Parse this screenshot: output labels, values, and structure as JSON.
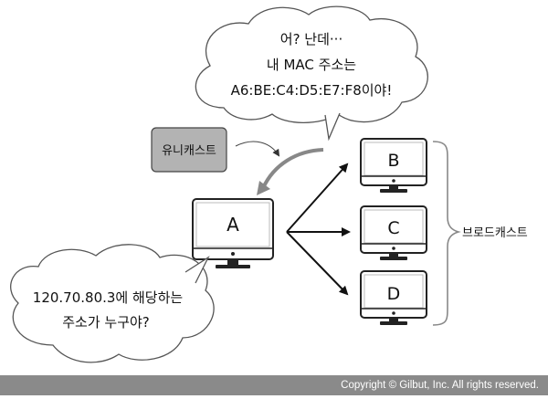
{
  "bubble_top": {
    "line1": "어? 난데···",
    "line2": "내 MAC 주소는",
    "line3": "A6:BE:C4:D5:E7:F8이야!"
  },
  "bubble_bottom": {
    "line1": "120.70.80.3에 해당하는",
    "line2": "주소가 누구야?"
  },
  "unicast_label": "유니캐스트",
  "broadcast_label": "브로드캐스트",
  "computers": {
    "a": "A",
    "b": "B",
    "c": "C",
    "d": "D"
  },
  "copyright": "Copyright © Gilbut, Inc. All rights reserved."
}
